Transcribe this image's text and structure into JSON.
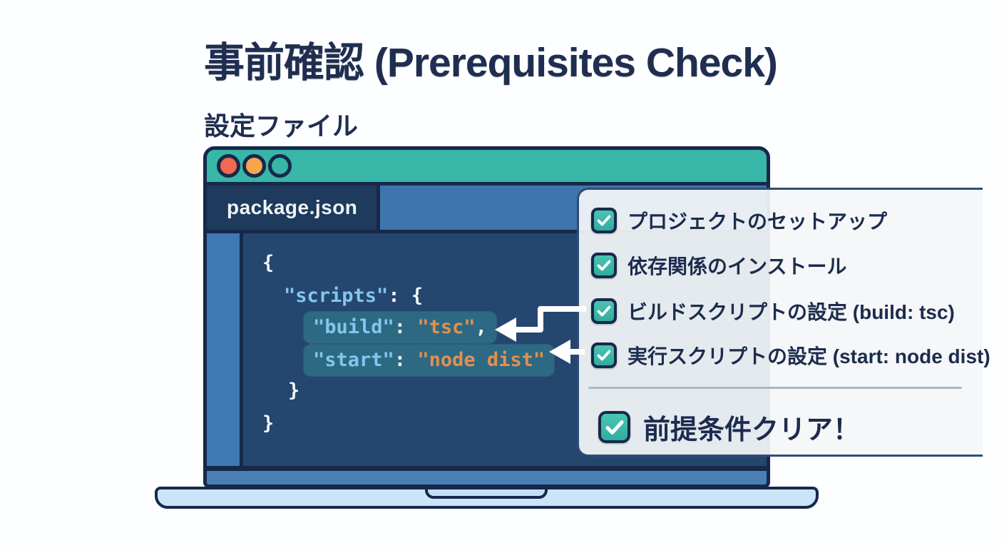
{
  "page": {
    "title": "事前確認 (Prerequisites Check)",
    "subtitle": "設定ファイル"
  },
  "window": {
    "tab_label": "package.json",
    "buttons": [
      {
        "name": "red-button",
        "color": "#f2694f"
      },
      {
        "name": "orange-button",
        "color": "#f5a54e"
      },
      {
        "name": "outline-button",
        "color": "transparent"
      }
    ],
    "titlebar_color": "#38b6a8",
    "editor_bg": "#24466f"
  },
  "code": {
    "open_brace": "{",
    "scripts": {
      "key": "\"scripts\"",
      "punct": ": {"
    },
    "build": {
      "key": "\"build\"",
      "colon": ": ",
      "value": "\"tsc\"",
      "comma": ","
    },
    "start": {
      "key": "\"start\"",
      "colon": ": ",
      "value": "\"node dist\""
    },
    "close_inner": "}",
    "close_outer": "}"
  },
  "checklist": {
    "items": [
      {
        "label": "プロジェクトのセットアップ",
        "checked": true
      },
      {
        "label": "依存関係のインストール",
        "checked": true
      },
      {
        "label": "ビルドスクリプトの設定 (build: tsc)",
        "checked": true
      },
      {
        "label": "実行スクリプトの設定 (start: node dist)",
        "checked": true
      }
    ],
    "final_label": "前提条件クリア！",
    "final_checked": true
  },
  "colors": {
    "heading_text": "#1f2e50",
    "titlebar_teal": "#38b6a8",
    "window_border": "#16294a",
    "tabbar_bg": "#1e3a5c",
    "inactive_tab_blue": "#3f74ad",
    "gutter_blue": "#3f78b5",
    "code_key_blue": "#85c6ee",
    "code_value_orange": "#e0914f",
    "highlight_teal": "rgba(70,190,178,0.30)",
    "checkbox_teal": "#35b6a6",
    "panel_bg": "rgba(244,246,248,0.93)",
    "panel_border": "#2e4d73",
    "divider": "#a8b9c9",
    "bezel_blue": "#4a7fb5",
    "base_light_blue": "#cbe4f9",
    "arrow_white": "#ffffff"
  }
}
